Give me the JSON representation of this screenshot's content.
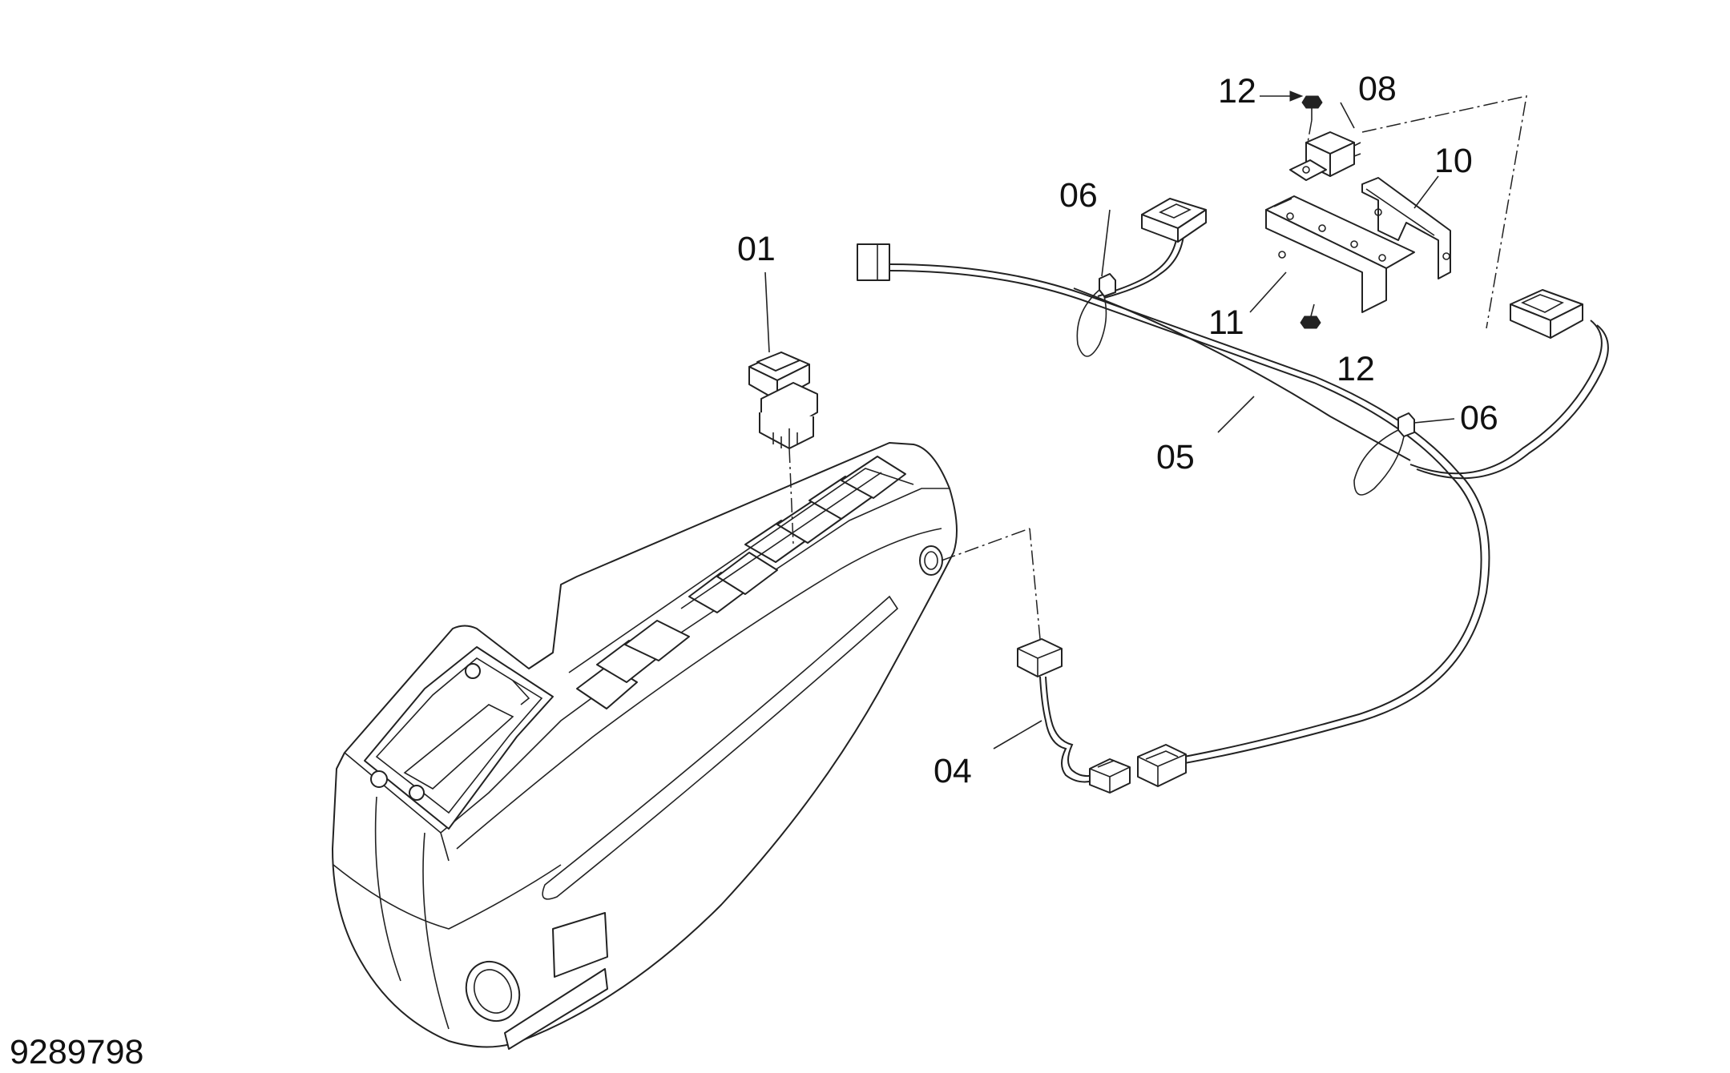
{
  "diagram": {
    "document_number": "9289798",
    "callouts": [
      {
        "id": "01",
        "text": "01"
      },
      {
        "id": "04",
        "text": "04"
      },
      {
        "id": "05",
        "text": "05"
      },
      {
        "id": "06a",
        "text": "06"
      },
      {
        "id": "06b",
        "text": "06"
      },
      {
        "id": "08",
        "text": "08"
      },
      {
        "id": "10",
        "text": "10"
      },
      {
        "id": "11",
        "text": "11"
      },
      {
        "id": "12a",
        "text": "12"
      },
      {
        "id": "12b",
        "text": "12"
      }
    ]
  }
}
